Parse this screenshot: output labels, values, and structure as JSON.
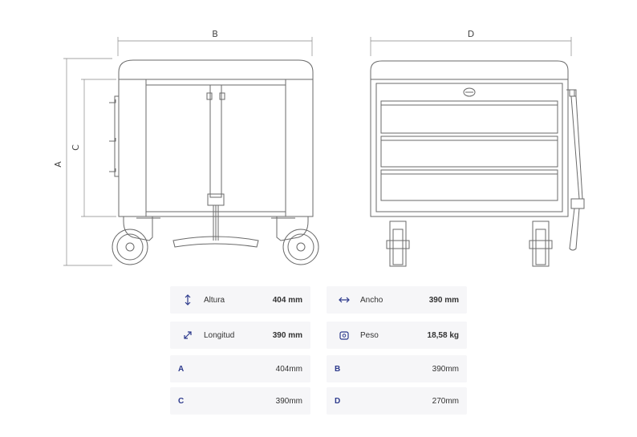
{
  "drawing": {
    "dimension_labels": {
      "a": "A",
      "b": "B",
      "c": "C",
      "d": "D"
    }
  },
  "specs": {
    "height": {
      "icon": "vertical-arrows-icon",
      "label": "Altura",
      "value": "404 mm"
    },
    "width": {
      "icon": "horizontal-arrows-icon",
      "label": "Ancho",
      "value": "390 mm"
    },
    "length": {
      "icon": "diagonal-arrows-icon",
      "label": "Longitud",
      "value": "390 mm"
    },
    "weight": {
      "icon": "weight-icon",
      "label": "Peso",
      "value": "18,58 kg"
    },
    "dims": [
      {
        "key": "A",
        "value": "404mm"
      },
      {
        "key": "B",
        "value": "390mm"
      },
      {
        "key": "C",
        "value": "390mm"
      },
      {
        "key": "D",
        "value": "270mm"
      }
    ]
  },
  "colors": {
    "accent": "#2d3a8c",
    "line": "#6a6a6a",
    "row_bg": "#f6f6f8"
  }
}
